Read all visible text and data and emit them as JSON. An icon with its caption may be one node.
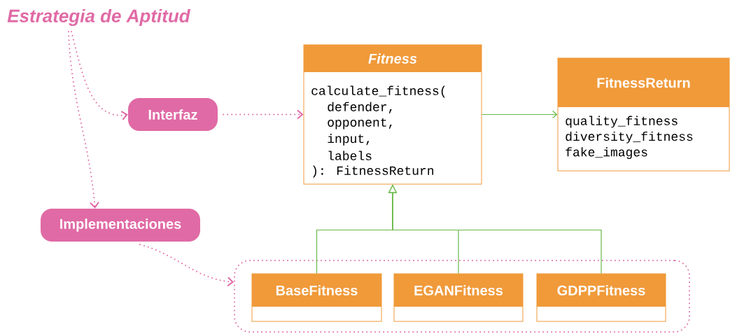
{
  "diagram": {
    "nodes": [
      {
        "text": [
          "Estrategia de Aptitud"
        ]
      },
      {
        "text": [
          "Interfaz"
        ]
      },
      {
        "text": [
          "Implementaciones"
        ]
      },
      {
        "text": [
          "Fitness",
          "calculate_fitness(",
          "defender,",
          "opponent,",
          "input,",
          "labels",
          "): FitnessReturn"
        ]
      },
      {
        "text": [
          "FitnessReturn",
          "quality_fitness",
          "diversity_fitness",
          "fake_images"
        ]
      },
      {
        "text": [],
        "shape": "box"
      },
      {
        "text": [
          "BaseFitness"
        ],
        "in": 5
      },
      {
        "text": [
          "EGANFitness"
        ],
        "in": 5
      },
      {
        "text": [
          "GDPPFitness"
        ],
        "in": 5
      }
    ],
    "edges": [
      {
        "from": 0,
        "to": 1,
        "arrow": "to",
        "style": "dashed",
        "color": "#e06aa5"
      },
      {
        "from": 0,
        "to": 2,
        "arrow": "to",
        "style": "dashed",
        "color": "#e06aa5"
      },
      {
        "from": 1,
        "to": 3,
        "arrow": "to",
        "style": "dashed",
        "color": "#e06aa5"
      },
      {
        "from": 2,
        "to": 5,
        "arrow": "to",
        "style": "dashed",
        "color": "#e06aa5"
      },
      {
        "from": 3,
        "to": 4,
        "arrow": "to",
        "color": "#6ab84a"
      },
      {
        "from": 6,
        "to": 3,
        "arrow": "to",
        "color": "#6ab84a"
      },
      {
        "from": 7,
        "to": 3,
        "arrow": "to",
        "color": "#6ab84a"
      },
      {
        "from": 8,
        "to": 3,
        "arrow": "to",
        "color": "#6ab84a"
      }
    ]
  }
}
